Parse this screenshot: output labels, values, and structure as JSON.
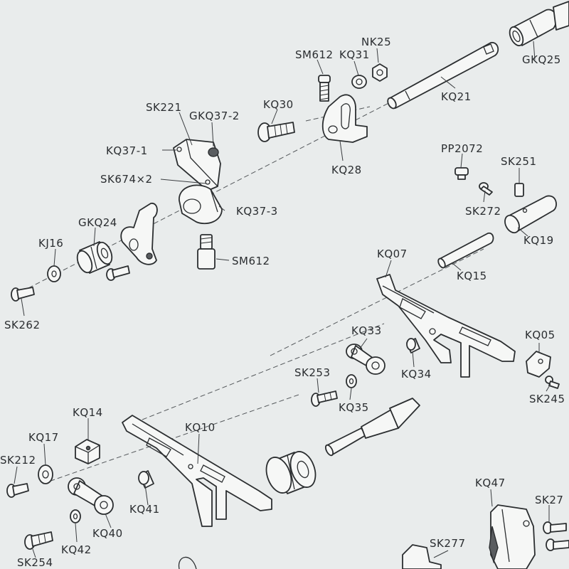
{
  "labels": {
    "gkq25": "GKQ25",
    "nk25": "NK25",
    "sm612_top": "SM612",
    "kq31": "KQ31",
    "kq21": "KQ21",
    "kq30": "KQ30",
    "sk221": "SK221",
    "gkq37_2": "GKQ37-2",
    "kq37_1": "KQ37-1",
    "sk674": "SK674×2",
    "kq28": "KQ28",
    "pp2072": "PP2072",
    "sk251": "SK251",
    "kq37_3": "KQ37-3",
    "sk272": "SK272",
    "gkq24": "GKQ24",
    "kq19": "KQ19",
    "kj16": "KJ16",
    "sm612_bottom": "SM612",
    "kq07": "KQ07",
    "kq15": "KQ15",
    "sk262": "SK262",
    "kq33": "KQ33",
    "kq05": "KQ05",
    "sk253": "SK253",
    "kq34": "KQ34",
    "sk245": "SK245",
    "kq35": "KQ35",
    "kq14": "KQ14",
    "kq10": "KQ10",
    "kq17": "KQ17",
    "sk212": "SK212",
    "kq47": "KQ47",
    "kq41": "KQ41",
    "sk27x": "SK27",
    "kq40": "KQ40",
    "kq42": "KQ42",
    "sk277": "SK277",
    "sk254": "SK254"
  }
}
